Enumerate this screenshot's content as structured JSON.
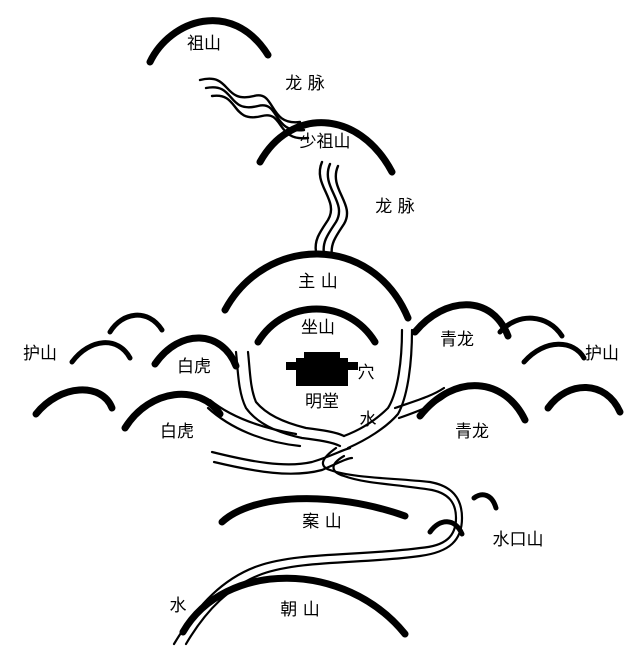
{
  "labels": {
    "zushan": "祖山",
    "longmai_1": "龙 脉",
    "shaozushan": "少祖山",
    "longmai_2": "龙 脉",
    "zhushan": "主 山",
    "zuoshan": "坐山",
    "xue": "穴",
    "mingtang": "明堂",
    "shui_1": "水",
    "baihu_upper": "白虎",
    "baihu_lower": "白虎",
    "qinglong_upper": "青龙",
    "qinglong_lower": "青龙",
    "hushan_left": "护山",
    "hushan_right": "护山",
    "anshan": "案 山",
    "shuikoushan": "水口山",
    "chaoshan": "朝 山",
    "shui_2": "水"
  },
  "colors": {
    "ink": "#000000",
    "paper": "#ffffff"
  }
}
